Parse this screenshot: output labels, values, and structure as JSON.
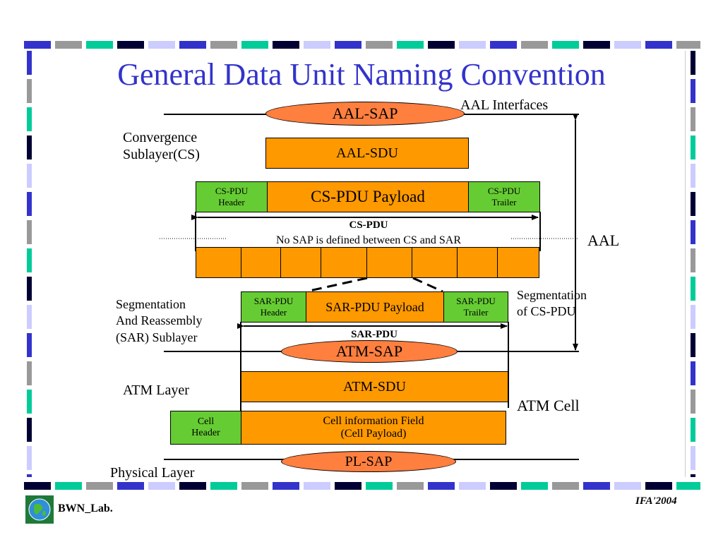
{
  "title": "General Data Unit Naming Convention",
  "labels": {
    "aal_interfaces": "AAL Interfaces",
    "cs_line1": "Convergence",
    "cs_line2": "Sublayer(CS)",
    "aal": "AAL",
    "sar_line1": "Segmentation",
    "sar_line2": "And Reassembly",
    "sar_line3": "(SAR) Sublayer",
    "seg_line1": "Segmentation",
    "seg_line2": "of CS-PDU",
    "atm_layer": "ATM Layer",
    "atm_cell": "ATM Cell",
    "physical_layer": "Physical Layer"
  },
  "boxes": {
    "aal_sap": "AAL-SAP",
    "aal_sdu": "AAL-SDU",
    "cs_pdu_header_1": "CS-PDU",
    "cs_pdu_header_2": "Header",
    "cs_pdu_payload": "CS-PDU Payload",
    "cs_pdu_trailer_1": "CS-PDU",
    "cs_pdu_trailer_2": "Trailer",
    "cs_pdu": "CS-PDU",
    "no_sap": "No SAP is defined between CS and SAR",
    "sar_pdu_header_1": "SAR-PDU",
    "sar_pdu_header_2": "Header",
    "sar_pdu_payload": "SAR-PDU Payload",
    "sar_pdu_trailer_1": "SAR-PDU",
    "sar_pdu_trailer_2": "Trailer",
    "sar_pdu": "SAR-PDU",
    "atm_sap": "ATM-SAP",
    "atm_sdu": "ATM-SDU",
    "cell_header_1": "Cell",
    "cell_header_2": "Header",
    "cell_info_1": "Cell information Field",
    "cell_info_2": "(Cell Payload)",
    "pl_sap": "PL-SAP"
  },
  "footer": {
    "lab": "BWN_Lab.",
    "conf": "IFA'2004"
  },
  "colors": {
    "title": "#3333cc",
    "orange_box": "#ff9900",
    "sap_ellipse": "#ff7f3f",
    "green_box": "#66cc33"
  }
}
